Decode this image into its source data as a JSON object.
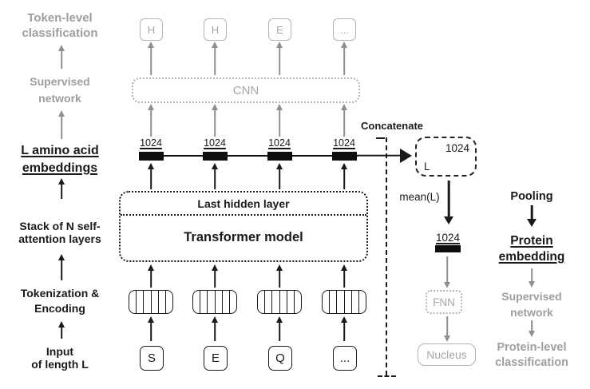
{
  "left_flow": {
    "token_level_classification": "Token-level\nclassification",
    "supervised_network": "Supervised\nnetwork",
    "amino_acid_embeddings": "L amino acid\nembeddings",
    "stack_attention": "Stack of N self-\nattention layers",
    "tokenization": "Tokenization &\nEncoding",
    "input_length": "Input\nof length L"
  },
  "pipeline": {
    "inputs": [
      "S",
      "E",
      "Q",
      "..."
    ],
    "transformer": {
      "last_hidden_layer": "Last hidden layer",
      "model": "Transformer model"
    },
    "embedding_dims": [
      "1024",
      "1024",
      "1024",
      "1024"
    ],
    "cnn": "CNN",
    "outputs": [
      "H",
      "H",
      "E",
      "..."
    ]
  },
  "pooling_flow": {
    "concatenate": "Concatenate",
    "concat_box": {
      "dim": "1024",
      "length": "L"
    },
    "mean": "mean(L)",
    "pooled_dim": "1024",
    "fnn": "FNN",
    "nucleus": "Nucleus",
    "pooling": "Pooling",
    "protein_embedding": "Protein\nembedding",
    "supervised_network": "Supervised\nnetwork",
    "protein_level_classification": "Protein-level\nclassification"
  },
  "colors": {
    "black": "#1a1a1a",
    "gray_text": "#9e9e9e",
    "gray_border": "#b3b3b3",
    "gray_arrow": "#8f8f8f",
    "background": "#ffffff"
  }
}
